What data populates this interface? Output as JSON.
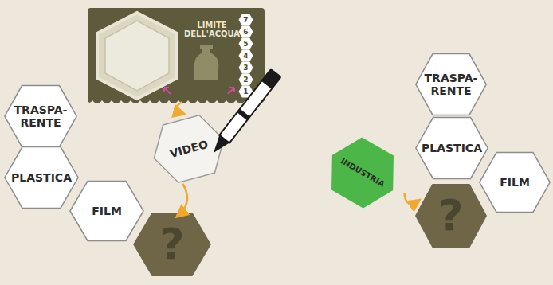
{
  "diagram": {
    "nodes": [
      {
        "text": [
          "LIMITE DELL'ACQUA"
        ]
      },
      {
        "text": [
          "7"
        ],
        "in": 0
      },
      {
        "text": [
          "6"
        ],
        "in": 0
      },
      {
        "text": [
          "5"
        ],
        "in": 0
      },
      {
        "text": [
          "4"
        ],
        "in": 0
      },
      {
        "text": [
          "3"
        ],
        "in": 0
      },
      {
        "text": [
          "2"
        ],
        "in": 0
      },
      {
        "text": [
          "1"
        ],
        "in": 0
      },
      {
        "text": [
          "TRASPA- RENTE"
        ]
      },
      {
        "text": [
          "VIDEO"
        ]
      },
      {
        "text": [
          "PLASTICA"
        ]
      },
      {
        "text": [
          "FILM"
        ]
      },
      {
        "text": [
          "?"
        ]
      },
      {
        "text": [
          "TRASPA- RENTE"
        ]
      },
      {
        "text": [
          "INDUSTRIA"
        ]
      },
      {
        "text": [
          "PLASTICA"
        ]
      },
      {
        "text": [
          "FILM"
        ]
      },
      {
        "text": [
          "?"
        ]
      }
    ],
    "edges": [
      {
        "from": 0,
        "to": 9,
        "arrow": "to"
      },
      {
        "from": 9,
        "to": 12,
        "arrow": "to"
      },
      {
        "from": 14,
        "to": 17,
        "arrow": "to"
      }
    ]
  }
}
